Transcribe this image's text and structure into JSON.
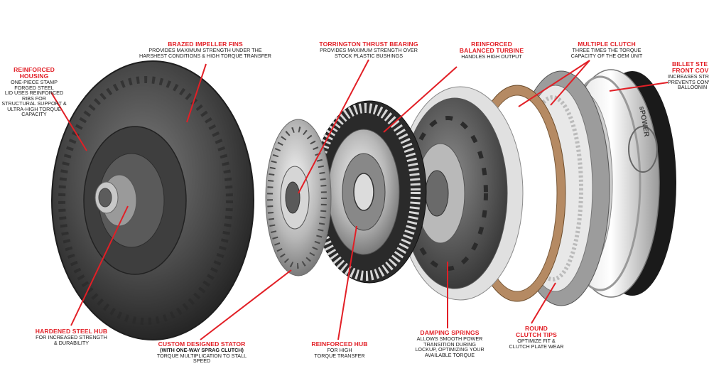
{
  "callouts": {
    "brazed_impeller": {
      "title": "BRAZED IMPELLER FINS",
      "desc": [
        "PROVIDES MAXIMUM STRENGTH UNDER THE",
        "HARSHEST CONDITIONS & HIGH TORQUE TRANSFER"
      ]
    },
    "torrington": {
      "title": "TORRINGTON THRUST BEARING",
      "desc": [
        "PROVIDES MAXIMUM STRENGTH OVER",
        "STOCK PLASTIC BUSHINGS"
      ]
    },
    "turbine": {
      "title": [
        "REINFORCED",
        "BALANCED TURBINE"
      ],
      "desc": [
        "HANDLES HIGH OUTPUT"
      ]
    },
    "multiple_clutch": {
      "title": "MULTIPLE CLUTCH",
      "desc": [
        "THREE TIMES THE TORQUE",
        "CAPACITY OF THE OEM UNIT"
      ]
    },
    "billet_cover": {
      "title": [
        "BILLET STE",
        "FRONT COV"
      ],
      "desc": [
        "INCREASES STREN",
        "PREVENTS CONVE",
        "BALLOONIN"
      ]
    },
    "housing": {
      "title": "REINFORCED HOUSING",
      "desc": [
        "ONE-PIECE STAMP FORGED STEEL",
        "LID USES REINFORCED RIBS FOR",
        "STRUCTURAL SUPPORT &",
        "ULTRA-HIGH TORQUE CAPACITY"
      ]
    },
    "hardened_hub": {
      "title": "HARDENED STEEL HUB",
      "desc": [
        "FOR INCREASED STRENGTH",
        "& DURABILITY"
      ]
    },
    "stator": {
      "title": "CUSTOM DESIGNED STATOR",
      "sub": "(WITH ONE-WAY SPRAG CLUTCH)",
      "desc": [
        "TORQUE MULTIPLICATION TO STALL SPEED"
      ]
    },
    "reinforced_hub": {
      "title": "REINFORCED HUB",
      "desc": [
        "FOR HIGH",
        "TORQUE TRANSFER"
      ]
    },
    "damping": {
      "title": "DAMPING SPRINGS",
      "desc": [
        "ALLOWS SMOOTH POWER",
        "TRANSITION DURING",
        "LOCKUP, OPTIMIZING YOUR",
        "AVAILABLE TORQUE"
      ]
    },
    "clutch_tips": {
      "title": [
        "ROUND",
        "CLUTCH TIPS"
      ],
      "desc": [
        "OPTIMIZE FIT &",
        "CLUTCH PLATE WEAR"
      ]
    }
  },
  "colors": {
    "callout_title": "#e21f26",
    "callout_text": "#1a1a1a",
    "leader_line": "#e21f26"
  },
  "cover_logo": "sPOWER"
}
